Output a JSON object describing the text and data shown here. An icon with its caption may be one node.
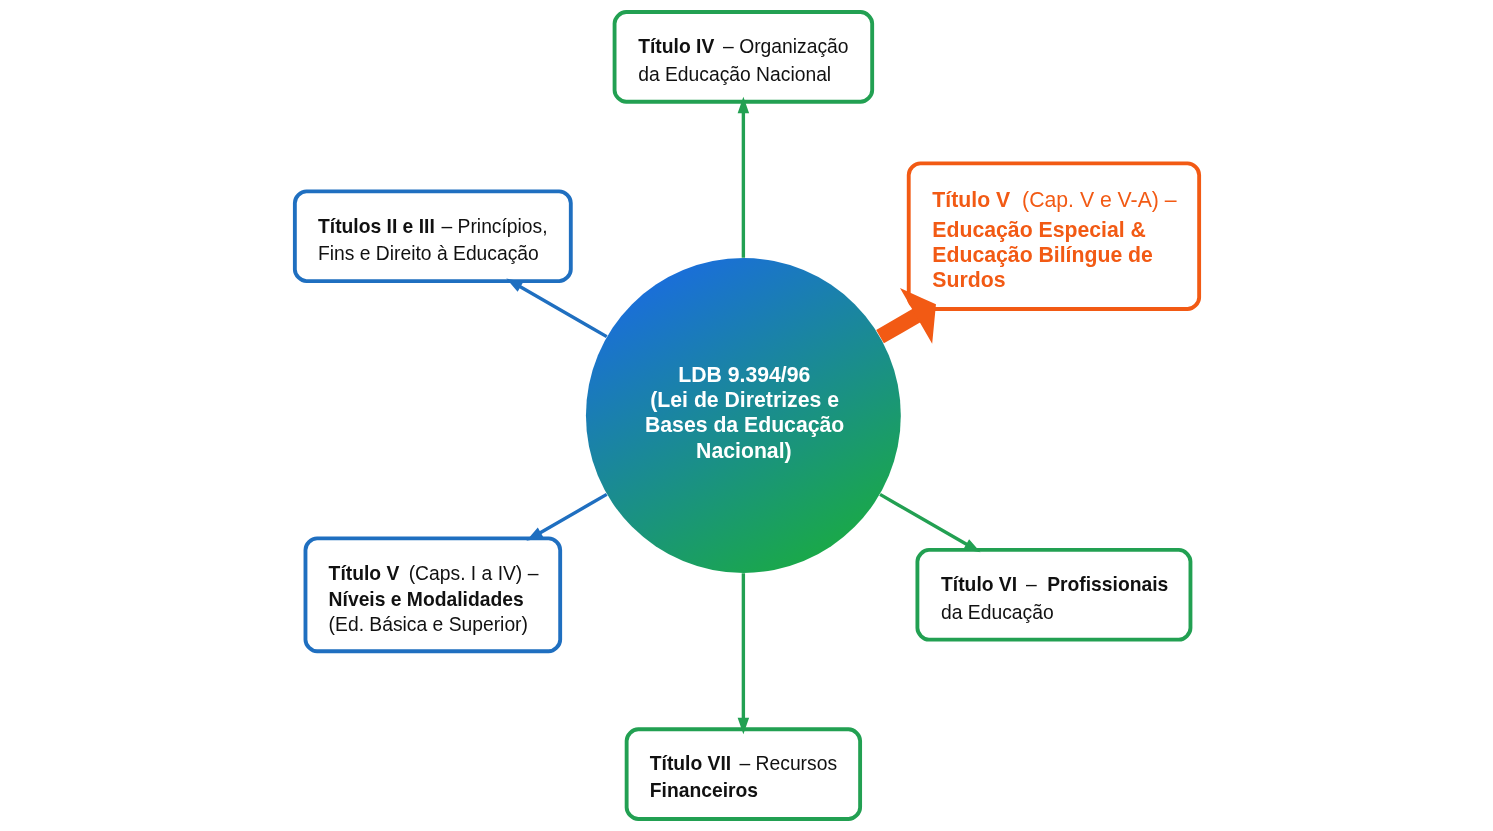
{
  "diagram": {
    "nodes": [
      {
        "text": [
          "**Títulos II e III** – Princípios, Fins e Direito à Educação"
        ]
      },
      {
        "text": [
          "**Título IV** – Organização da Educação Nacional"
        ]
      },
      {
        "text": [
          "LDB 9.394/96",
          "(Lei de Diretrizes e Bases da Educação Nacional)"
        ]
      },
      {
        "text": [
          "**Título V** (Cap. V e V-A) – **Educação Especial & Educação Bilíngue de Surdos**"
        ]
      },
      {
        "text": [
          "**Título VI** – **Profissionais** da Educação"
        ]
      },
      {
        "text": [
          "**Título V** (Caps. I a IV) – **Níveis e Modalidades** (Ed. Básica e Superior)"
        ]
      },
      {
        "text": [
          "**Título VII** – Recursos **Financeiros**"
        ]
      }
    ],
    "edges": [
      {
        "from": 2,
        "to": 0,
        "arrow": "to",
        "color": "#1f6fc0"
      },
      {
        "from": 2,
        "to": 1,
        "arrow": "to"
      },
      {
        "from": 2,
        "to": 3,
        "arrow": "to",
        "style": "thick",
        "color": "#f25a14"
      },
      {
        "from": 2,
        "to": 4,
        "arrow": "to"
      },
      {
        "from": 2,
        "to": 6,
        "arrow": "to"
      },
      {
        "from": 2,
        "to": 5,
        "arrow": "to",
        "color": "#1f6fc0"
      }
    ]
  }
}
